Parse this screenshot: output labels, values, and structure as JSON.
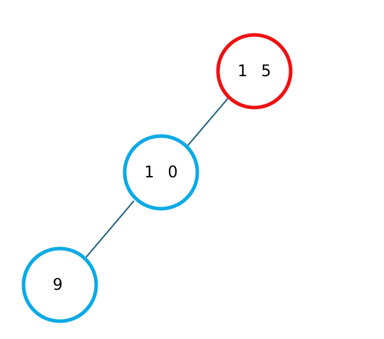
{
  "diagram": {
    "type": "binary-tree",
    "edge_color": "#1f6080",
    "nodes": [
      {
        "id": "n15",
        "label": "1 5",
        "color": "#ee1111"
      },
      {
        "id": "n10",
        "label": "1 0",
        "color": "#0aaae6"
      },
      {
        "id": "n9",
        "label": "9",
        "color": "#0aaae6"
      }
    ],
    "edges": [
      {
        "from": "n15",
        "to": "n10"
      },
      {
        "from": "n10",
        "to": "n9"
      }
    ]
  }
}
